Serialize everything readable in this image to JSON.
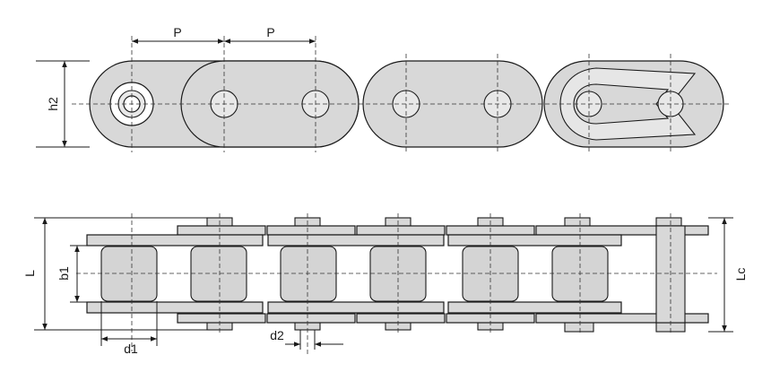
{
  "labels": {
    "pitch_1": "P",
    "pitch_2": "P",
    "plate_height": "h2",
    "overall_length": "L",
    "inner_width": "b1",
    "roller_diameter": "d1",
    "pin_diameter": "d2",
    "connecting_length": "Lc"
  }
}
